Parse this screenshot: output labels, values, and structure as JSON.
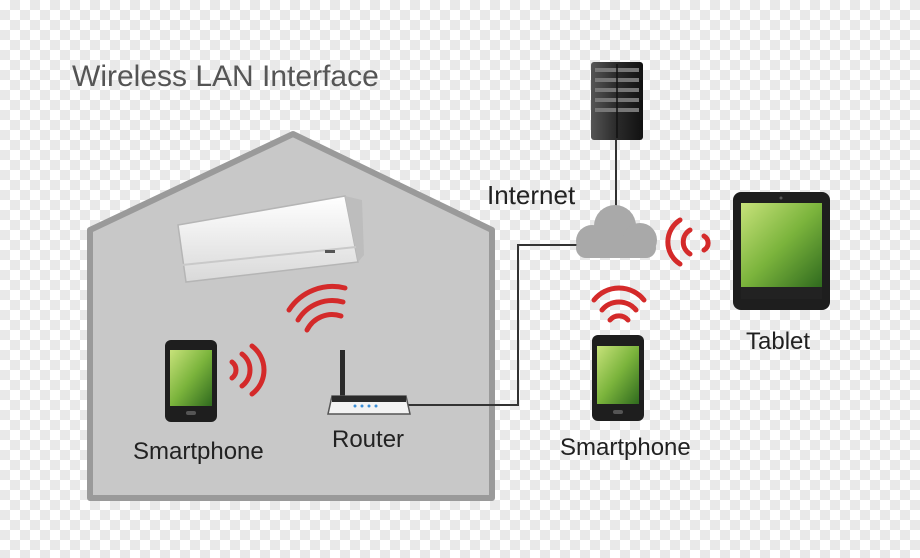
{
  "title": "Wireless LAN Interface",
  "labels": {
    "internet": "Internet",
    "router": "Router",
    "smartphone_home": "Smartphone",
    "smartphone_remote": "Smartphone",
    "tablet": "Tablet"
  },
  "colors": {
    "house_fill": "#c8c8c8",
    "house_stroke": "#9a9a9a",
    "signal": "#d42a2a",
    "cloud": "#a9a9a9",
    "line": "#333333",
    "screen_green": "#6aa84f",
    "device_body": "#1e1e1e"
  },
  "icons": [
    "house-icon",
    "air-conditioner-icon",
    "router-icon",
    "smartphone-icon",
    "tablet-icon",
    "server-icon",
    "cloud-icon",
    "wifi-signal-icon"
  ]
}
